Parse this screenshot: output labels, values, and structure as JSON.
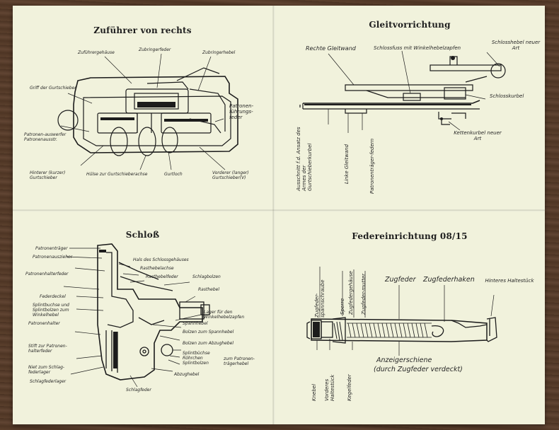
{
  "panels": {
    "top_left": {
      "title": "Zuführer von rechts",
      "labels": {
        "zufuehrergehaeuse": "Zuführergehäuse",
        "zubringerfeder": "Zubringerfeder",
        "zubringerhebel": "Zubringerhebel",
        "griff": "Griff der Gurtschieber",
        "patronenfuehrungsfeder": "Patronen-führungs-feder",
        "patronenauswerfer": "Patronen-auswerfer Patronenausstr.",
        "hinterer_gurtschieber": "Hinterer (kurzer) Gurtschieber",
        "huelse": "Hülse zur Gurtschieberachse",
        "gurtloch": "Gurtloch",
        "vorderer_gurtschieber": "Vorderer (langer) Gurtschieber(V)"
      }
    },
    "top_right": {
      "title": "Gleitvorrichtung",
      "labels": {
        "rechte_gleitwand": "Rechte Gleitwand",
        "schlossfuss": "Schlossfuss mit Winkelhebelzapfen",
        "schlosshebel": "Schlosshebel neuer Art",
        "schlosskurbel": "Schlosskurbel",
        "kettenkurbel": "Kettenkurbel neuer Art",
        "ausschnitt": "Ausschnitt f.d. Ansatz des Armes der Gurtschieberkurbel",
        "linke_gleitwand": "Linke Gleitwand",
        "patronentraegerfedern": "Patronenträger-federn"
      }
    },
    "bottom_left": {
      "title": "Schloß",
      "labels": {
        "patronentraeger": "Patronenträger",
        "patronenauszieher": "Patronenauszieher",
        "patronenhalterfeder": "Patronenhalterfeder",
        "federdeckel": "Federdeckel",
        "splintbuchse": "Splintbuchse und Splintbolzen zum Winkelhebel",
        "patronenhalter": "Patronenhalter",
        "stift": "Stift zur Patronen-halterfeder",
        "niet": "Niet zum Schlag-federlager",
        "schlagfederlager": "Schlagfederlager",
        "hals": "Hals des Schlossgehäuses",
        "rasthebelachse": "Rasthebelachse",
        "rasthebelfeder": "Rasthebelfeder",
        "schlagbolzen": "Schlagbolzen",
        "rasthebel": "Rasthebel",
        "lager": "Lager für den Winkelhebelzapfen",
        "spannhebel": "Spannhebel",
        "bolzen_spannhebel": "Bolzen zum Spannhebel",
        "bolzen_abzughebel": "Bolzen zum Abzughebel",
        "splintbuechse": "Splintbüchse Röhrchen Splintbolzen",
        "zum_patronentraegerhebel": "zum Patronen-trägerhebel",
        "abzughebel": "Abzughebel",
        "schlagfeder": "Schlagfeder"
      }
    },
    "bottom_right": {
      "title": "Federeinrichtung 08/15",
      "labels": {
        "zugfederspannschraube": "Zugfeder-spannschraube",
        "sperre": "Sperre",
        "zugfedergehaeuse": "Zugfedergehäuse",
        "zugfedermutter": "Zugfeder-mutter",
        "zugfeder": "Zugfeder",
        "zugfederhaken": "Zugfederhaken",
        "hinteres_haltestueck": "Hinteres Haltestück",
        "knebel": "Knebel",
        "vorderes_haltestueck": "Vorderes Haltestück",
        "kegelfeder": "Kegelfeder",
        "anzeigerschiene": "Anzeigerschiene",
        "anzeigerschiene_note": "(durch Zugfeder verdeckt)"
      }
    }
  }
}
